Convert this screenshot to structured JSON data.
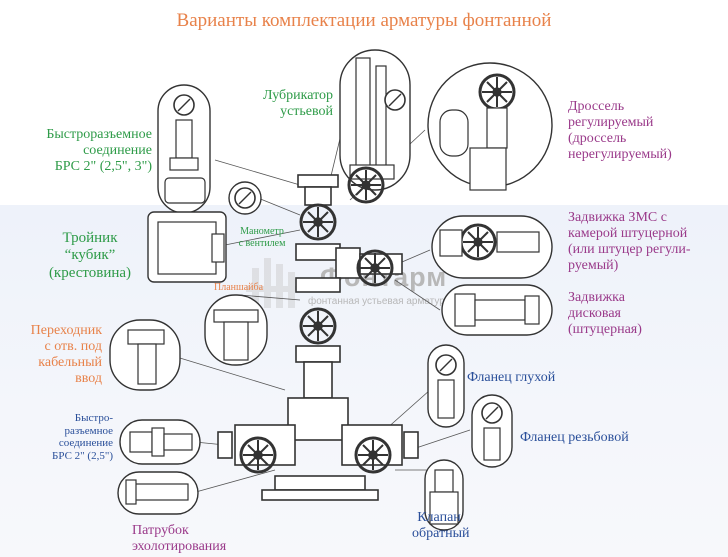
{
  "title": "Варианты комплектации арматуры фонтанной",
  "watermark": {
    "brand": "Фонтарм",
    "subtitle": "фонтанная устьевая арматура"
  },
  "labels": {
    "brs_top": "Быстроразъемное\nсоединение\nБРС 2\" (2,5\", 3\")",
    "lubricator": "Лубрикатор\nустьевой",
    "throttle": "Дроссель\nрегулируемый\n(дроссель\nнерегулируемый)",
    "manometer": "Манометр\nс вентилем",
    "tee": "Тройник\n“кубик”\n(крестовина)",
    "planshaiba": "Планшайба",
    "zms_valve": "Задвижка ЗМС с\nкамерой штуцерной\n(или штуцер регули-\nруемый)",
    "disc_valve": "Задвижка\nдисковая\n(штуцерная)",
    "adapter": "Переходник\nс отв. под\nкабельный\nввод",
    "blind_flange": "Фланец глухой",
    "brs_bottom": "Быстро-\nразъемное\nсоединение\nБРС 2\" (2,5\")",
    "threaded_flange": "Фланец резьбовой",
    "check_valve": "Клапан\nобратный",
    "echo_pipe": "Патрубок\nэхолотирования"
  },
  "colors": {
    "title": "#e8824a",
    "green": "#2e9b48",
    "orange": "#e8824a",
    "purple": "#9a3a8a",
    "blue": "#2a4f9a",
    "line": "#555555"
  }
}
